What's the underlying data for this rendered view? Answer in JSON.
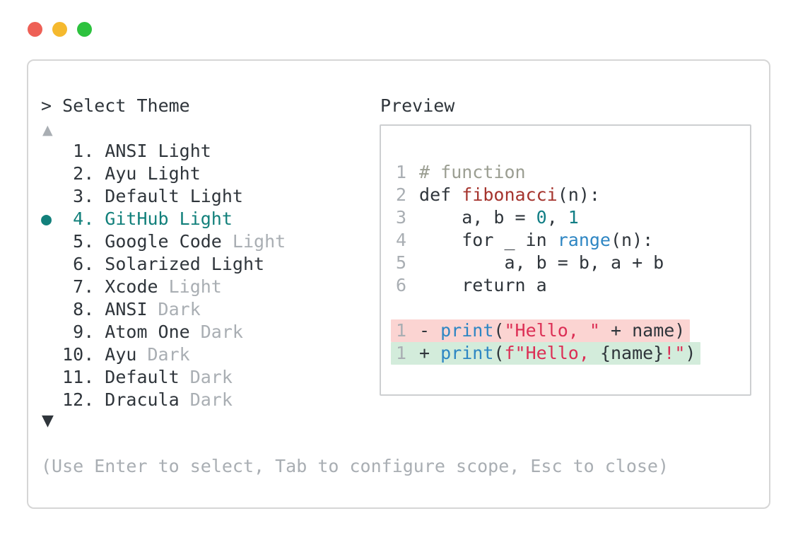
{
  "window": {
    "traffic_lights": [
      {
        "name": "close-button",
        "color_var": "traffic-red"
      },
      {
        "name": "minimize-button",
        "color_var": "traffic-yellow"
      },
      {
        "name": "zoom-button",
        "color_var": "traffic-green"
      }
    ]
  },
  "selector": {
    "prompt": "> Select Theme",
    "scroll_up_icon": "▲",
    "scroll_down_icon": "▼",
    "selected_bullet": "●",
    "items": [
      {
        "num": "1.",
        "name": "ANSI Light",
        "muted_suffix": "",
        "selected": false
      },
      {
        "num": "2.",
        "name": "Ayu Light",
        "muted_suffix": "",
        "selected": false
      },
      {
        "num": "3.",
        "name": "Default Light",
        "muted_suffix": "",
        "selected": false
      },
      {
        "num": "4.",
        "name": "GitHub Light",
        "muted_suffix": "",
        "selected": true
      },
      {
        "num": "5.",
        "name": "Google Code",
        "muted_suffix": "Light",
        "selected": false
      },
      {
        "num": "6.",
        "name": "Solarized Light",
        "muted_suffix": "",
        "selected": false
      },
      {
        "num": "7.",
        "name": "Xcode",
        "muted_suffix": "Light",
        "selected": false
      },
      {
        "num": "8.",
        "name": "ANSI",
        "muted_suffix": "Dark",
        "selected": false
      },
      {
        "num": "9.",
        "name": "Atom One",
        "muted_suffix": "Dark",
        "selected": false
      },
      {
        "num": "10.",
        "name": "Ayu",
        "muted_suffix": "Dark",
        "selected": false
      },
      {
        "num": "11.",
        "name": "Default",
        "muted_suffix": "Dark",
        "selected": false
      },
      {
        "num": "12.",
        "name": "Dracula",
        "muted_suffix": "Dark",
        "selected": false
      }
    ],
    "hint": "(Use Enter to select, Tab to configure scope, Esc to close)"
  },
  "preview": {
    "title": "Preview",
    "code_lines": [
      {
        "num": "1",
        "tokens": [
          {
            "text": "# function",
            "style": "comment"
          }
        ]
      },
      {
        "num": "2",
        "tokens": [
          {
            "text": "def ",
            "style": "plain"
          },
          {
            "text": "fibonacci",
            "style": "function"
          },
          {
            "text": "(n):",
            "style": "plain"
          }
        ]
      },
      {
        "num": "3",
        "tokens": [
          {
            "text": "    a, b = ",
            "style": "plain"
          },
          {
            "text": "0",
            "style": "number"
          },
          {
            "text": ", ",
            "style": "plain"
          },
          {
            "text": "1",
            "style": "number"
          }
        ]
      },
      {
        "num": "4",
        "tokens": [
          {
            "text": "    for _ in ",
            "style": "plain"
          },
          {
            "text": "range",
            "style": "builtin"
          },
          {
            "text": "(n):",
            "style": "plain"
          }
        ]
      },
      {
        "num": "5",
        "tokens": [
          {
            "text": "        a, b = b, a + b",
            "style": "plain"
          }
        ]
      },
      {
        "num": "6",
        "tokens": [
          {
            "text": "    return a",
            "style": "plain"
          }
        ]
      },
      {
        "num": "",
        "tokens": []
      },
      {
        "num": "1",
        "diff": "removed",
        "tokens": [
          {
            "text": "- ",
            "style": "plain"
          },
          {
            "text": "print",
            "style": "builtin"
          },
          {
            "text": "(",
            "style": "plain"
          },
          {
            "text": "\"Hello, \"",
            "style": "string"
          },
          {
            "text": " + name)",
            "style": "plain"
          }
        ]
      },
      {
        "num": "1",
        "diff": "added",
        "tokens": [
          {
            "text": "+ ",
            "style": "plain"
          },
          {
            "text": "print",
            "style": "builtin"
          },
          {
            "text": "(",
            "style": "plain"
          },
          {
            "text": "f\"Hello, ",
            "style": "string"
          },
          {
            "text": "{name}",
            "style": "plain"
          },
          {
            "text": "!\"",
            "style": "string"
          },
          {
            "text": ")",
            "style": "plain"
          }
        ]
      }
    ]
  },
  "colors": {
    "text": "#2f353b",
    "muted": "#a9aeb3",
    "accent_teal": "#12807b",
    "comment": "#9b9e92",
    "function_red": "#a5342e",
    "number_teal": "#117e85",
    "builtin_blue": "#2e86c3",
    "string_red": "#dc2f55",
    "diff_del_bg": "#fbd4d2",
    "diff_add_bg": "#d3ecdb",
    "traffic_red": "#ee6056",
    "traffic_yellow": "#f5b92e",
    "traffic_green": "#2dc23e"
  }
}
